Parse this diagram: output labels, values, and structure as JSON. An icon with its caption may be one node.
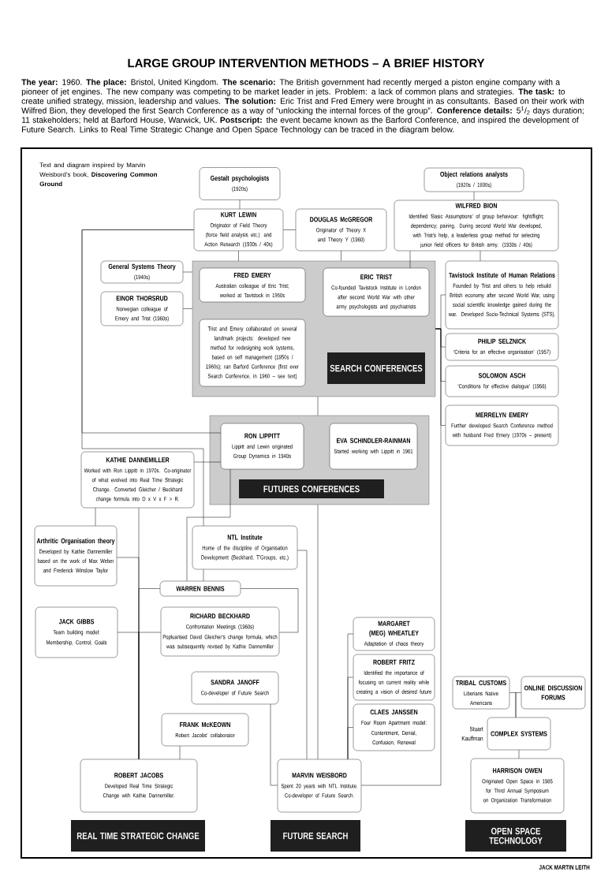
{
  "diagram": {
    "title": "LARGE GROUP INTERVENTION METHODS – A BRIEF HISTORY",
    "nodes": [
      {
        "text": [
          "Gestalt psychologists",
          "(1920s)"
        ]
      },
      {
        "text": [
          "Object relations analysts",
          "(1920s / 1930s)"
        ]
      },
      {
        "text": [
          "KURT LEWIN",
          "Originator of Field Theory (force field analysis etc.) and Action Research (1930s / 40s)"
        ]
      },
      {
        "text": [
          "DOUGLAS McGREGOR",
          "Originator of Theory X and Theory Y (1960)"
        ]
      },
      {
        "text": [
          "WILFRED BION",
          "Identified ‘Basic Assumptions’ of group behaviour: fight/flight; dependency; pairing. During second World War developed, with Trist’s help, a leaderless group method for selecting junior field officers for British army. (1930s / 40s)"
        ]
      },
      {
        "text": [
          "General Systems Theory",
          "(1940s)"
        ]
      },
      {
        "text": [
          "EINOR THORSRUD",
          "Norwegian colleague of Emery and Trist (1960s)"
        ]
      },
      {
        "text": [],
        "shape": "box"
      },
      {
        "text": [
          "FRED EMERY",
          "Australian colleague of Eric Trist; worked at Tavistock in 1950s"
        ],
        "in": 7
      },
      {
        "text": [
          "ERIC TRIST",
          "Co-founded Tavistock Institute in London after second World War with other army psychologists and psychiatrists"
        ],
        "in": 7
      },
      {
        "text": [
          "Trist and Emery collaborated on several landmark projects: developed new method for redesigning work systems, based on self management (1950s / 1960s); ran Barford Conference (first ever Search Conference, in 1960 – see text)"
        ],
        "in": 7
      },
      {
        "text": [
          "Tavistock Institute of Human Relations",
          "Founded by Trist and others to help rebuild British economy after second World War, using social scientific knowledge gained during the war. Developed Socio-Technical Systems (STS)."
        ]
      },
      {
        "text": [
          "PHILIP SELZNICK",
          "‘Criteria for an effective organisation’ (1957)"
        ]
      },
      {
        "text": [
          "SOLOMON ASCH",
          "‘Conditions for effective dialogue’ (1956)"
        ]
      },
      {
        "text": [
          "MERRELYN EMERY",
          "Further developed Search Conference method with husband Fred Emery (1970s – present)"
        ]
      },
      {
        "text": [],
        "shape": "box"
      },
      {
        "text": [
          "RON LIPPITT",
          "Lippitt and Lewin originated Group Dynamics in 1940s"
        ],
        "in": 15
      },
      {
        "text": [
          "EVA SCHINDLER-RAINMAN",
          "Started working with Lippitt in 1961"
        ],
        "in": 15
      },
      {
        "text": [
          "KATHIE DANNEMILLER",
          "Worked with Ron Lippitt in 1970s. Co-originator of what evolved into Real Time Strategic Change. Converted Gleicher / Beckhard change formula into D x V x F > R."
        ]
      },
      {
        "text": [
          "Arthritic Organisation theory",
          "Developed by Kathie Dannemiller based on the work of Max Weber and Frederick Winslow Taylor"
        ]
      },
      {
        "text": [
          "NTL Institute",
          "Home of the discipline of Organisation Development (Beckhard, T’Groups, etc.)"
        ]
      },
      {
        "text": [
          "WARREN BENNIS"
        ]
      },
      {
        "text": [
          "JACK GIBBS",
          "Team building model:",
          "Membership, Control, Goals"
        ]
      },
      {
        "text": [
          "RICHARD BECKHARD",
          "Confrontation Meetings (1960s)",
          "Popluarised David Gleicher’s change formula, which was subsequently revised by Kathie Dannemiller"
        ]
      },
      {
        "text": [
          "MARGARET (MEG) WHEATLEY",
          "Adaptation of chaos theory"
        ]
      },
      {
        "text": [
          "ROBERT FRITZ",
          "Identified the importance of focusing on current reality while creating a vision of desired future"
        ]
      },
      {
        "text": [
          "CLAES JANSSEN",
          "Four Room Apartment model:",
          "Contentment, Denial, Confusion, Renewal"
        ]
      },
      {
        "text": [
          "SANDRA JANOFF",
          "Co-developer of Future Search"
        ]
      },
      {
        "text": [
          "FRANK McKEOWN",
          "Robert Jacobs’ collaborator"
        ]
      },
      {
        "text": [
          "TRIBAL CUSTOMS",
          "Liberians Native Americans"
        ]
      },
      {
        "text": [
          "ONLINE DISCUSSION FORUMS"
        ]
      },
      {
        "text": [
          "COMPLEX SYSTEMS"
        ],
        "beside": [
          "Stuart Kauffman"
        ]
      },
      {
        "text": [
          "ROBERT JACOBS",
          "Developed Real Time Strategic Change with Kathie Dannemiller."
        ]
      },
      {
        "text": [
          "MARVIN WEISBORD",
          "Spent 20 years with NTL Institute. Co-developer of Future Search."
        ]
      },
      {
        "text": [
          "HARRISON OWEN",
          "Originated Open Space in 1985 for Third Annual Symposium on Organization Transformation"
        ]
      },
      {
        "text": [
          "REAL TIME STRATEGIC CHANGE"
        ]
      },
      {
        "text": [
          "FUTURE SEARCH"
        ]
      },
      {
        "text": [
          "OPEN SPACE TECHNOLOGY"
        ]
      },
      {
        "text": [
          "SEARCH CONFERENCES"
        ],
        "in": 7
      },
      {
        "text": [
          "FUTURES CONFERENCES"
        ],
        "in": 15
      }
    ],
    "edges": [
      {
        "from": 0,
        "to": 2,
        "arrow": "none"
      },
      {
        "from": 1,
        "to": 4,
        "arrow": "none"
      },
      {
        "from": 2,
        "to": 3,
        "arrow": "none"
      },
      {
        "from": 2,
        "to": 7,
        "arrow": "none"
      },
      {
        "from": 3,
        "to": 7,
        "arrow": "none"
      },
      {
        "from": 4,
        "to": 9,
        "arrow": "none"
      },
      {
        "from": 4,
        "to": 11,
        "arrow": "none"
      },
      {
        "from": 5,
        "to": 7,
        "arrow": "none"
      },
      {
        "from": 6,
        "to": 7,
        "arrow": "none"
      },
      {
        "from": 11,
        "to": 7,
        "arrow": "none"
      },
      {
        "from": 12,
        "to": 7,
        "arrow": "none"
      },
      {
        "from": 13,
        "to": 7,
        "arrow": "none"
      },
      {
        "from": 14,
        "to": 7,
        "arrow": "none"
      },
      {
        "from": 7,
        "to": 15,
        "arrow": "none"
      },
      {
        "from": 2,
        "to": 16,
        "arrow": "none"
      },
      {
        "from": 2,
        "to": 20,
        "arrow": "none"
      },
      {
        "from": 16,
        "to": 18,
        "arrow": "none"
      },
      {
        "from": 18,
        "to": 19,
        "arrow": "none"
      },
      {
        "from": 18,
        "to": 32,
        "arrow": "none"
      },
      {
        "from": 19,
        "to": 32,
        "arrow": "none"
      },
      {
        "from": 21,
        "to": 32,
        "arrow": "none"
      },
      {
        "from": 22,
        "to": 32,
        "arrow": "none"
      },
      {
        "from": 23,
        "to": 32,
        "arrow": "none"
      },
      {
        "from": 16,
        "to": 21,
        "arrow": "none"
      },
      {
        "from": 20,
        "to": 21,
        "arrow": "none"
      },
      {
        "from": 21,
        "to": 23,
        "arrow": "none"
      },
      {
        "from": 20,
        "to": 33,
        "arrow": "none"
      },
      {
        "from": 15,
        "to": 33,
        "arrow": "none"
      },
      {
        "from": 7,
        "to": 33,
        "arrow": "none"
      },
      {
        "from": 27,
        "to": 33,
        "arrow": "none"
      },
      {
        "from": 28,
        "to": 32,
        "arrow": "none"
      },
      {
        "from": 24,
        "to": 33,
        "arrow": "none"
      },
      {
        "from": 25,
        "to": 33,
        "arrow": "none"
      },
      {
        "from": 26,
        "to": 33,
        "arrow": "none"
      },
      {
        "from": 29,
        "to": 31,
        "arrow": "none"
      },
      {
        "from": 30,
        "to": 31,
        "arrow": "none"
      },
      {
        "from": 31,
        "to": 34,
        "arrow": "none"
      }
    ],
    "labels": [
      "**The year:** 1960. **The place:** Bristol, United Kingdom. **The scenario:** The British government had recently merged a piston engine company with a pioneer of jet engines. The new company was competing to be market leader in jets. Problem: a lack of common plans and strategies. **The task:** to create unified strategy, mission, leadership and values. **The solution:** Eric Trist and Fred Emery were brought in as consultants. Based on their work with Wilfred Bion, they developed the first Search Conference as a way of “unlocking the internal forces of the group”. **Conference details:** 5$^{1}$/$_{2}$ days duration; 11 stakeholders; held at Barford House, Warwick, UK. **Postscript:** the event became known as the Barford Conference, and inspired the development of Future Search. Links to Real Time Strategic Change and Open Space Technology can be traced in the diagram below.",
      "Text and diagram inspired by Marvin Weisbord’s book, **Discovering Common Ground**",
      "JACK MARTIN LEITH"
    ]
  }
}
